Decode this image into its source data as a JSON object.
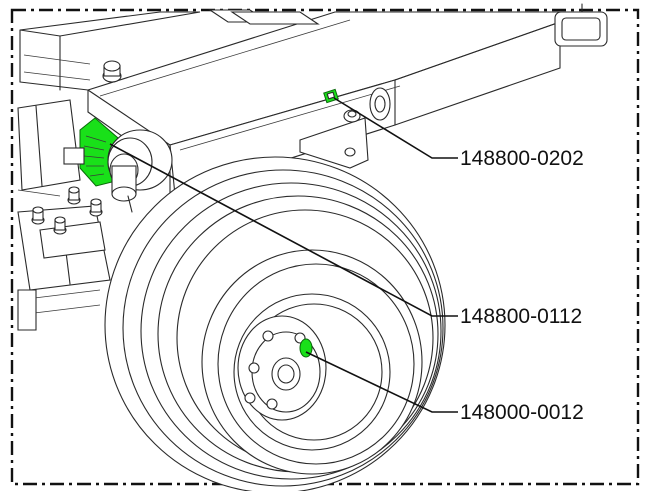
{
  "callouts": [
    {
      "id": "148800-0202",
      "label": "148800-0202"
    },
    {
      "id": "148800-0112",
      "label": "148800-0112"
    },
    {
      "id": "148000-0012",
      "label": "148000-0012"
    }
  ],
  "colors": {
    "highlight": "#19e019",
    "line": "#2a2a2a",
    "frame": "#111111",
    "background": "#ffffff"
  }
}
